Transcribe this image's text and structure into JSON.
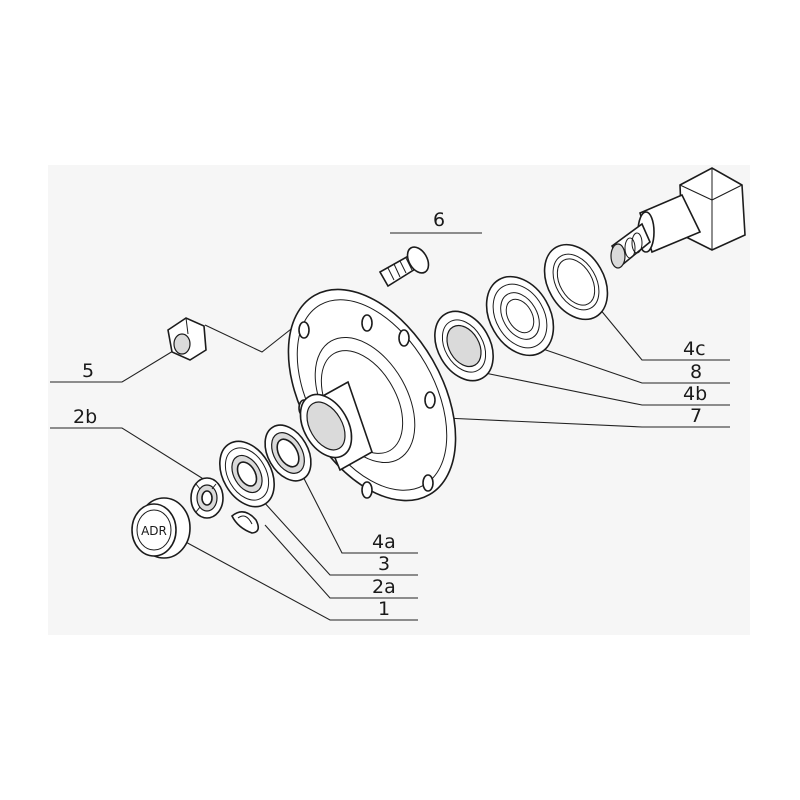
{
  "diagram": {
    "cap_text": "ADR",
    "labels": {
      "l6": "6",
      "l5": "5",
      "l2b": "2b",
      "l4c": "4c",
      "l8": "8",
      "l4b": "4b",
      "l7": "7",
      "l4a": "4a",
      "l3": "3",
      "l2a": "2a",
      "l1": "1"
    }
  }
}
